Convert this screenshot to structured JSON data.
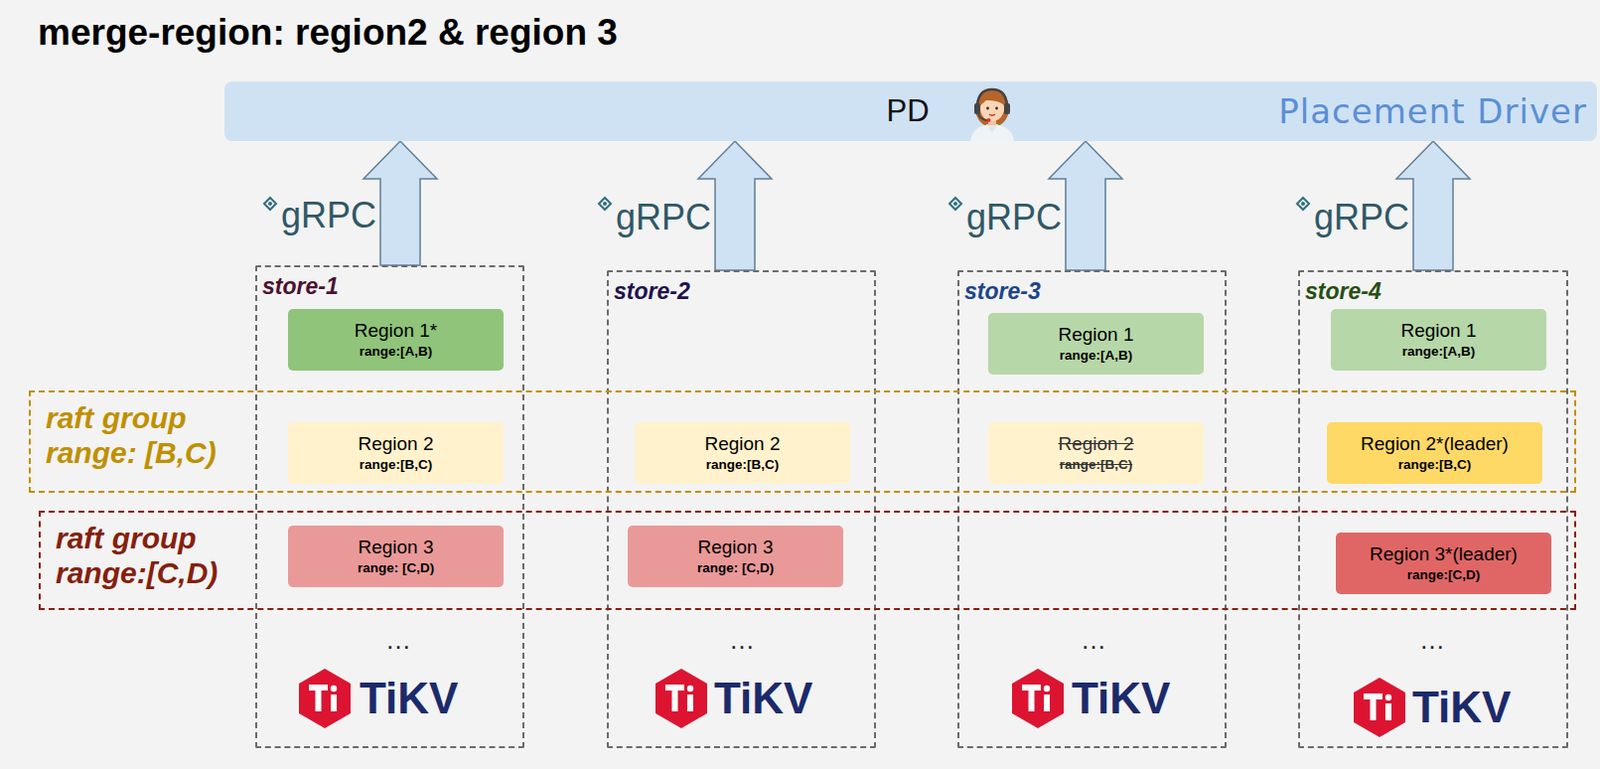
{
  "diagram": {
    "title": "merge-region: region2 & region 3",
    "nodes": [
      {
        "text": [
          "PD",
          "Placement Driver"
        ]
      },
      {
        "text": [
          "store-1"
        ]
      },
      {
        "text": [
          "Region 1*",
          "range:[A,B)"
        ],
        "in": 1
      },
      {
        "text": [
          "Region 2",
          "range:[B,C)"
        ],
        "in": 1
      },
      {
        "text": [
          "Region 3",
          "range: [C,D)"
        ],
        "in": 1
      },
      {
        "text": [
          "store-2"
        ]
      },
      {
        "text": [
          "Region 2",
          "range:[B,C)"
        ],
        "in": 5
      },
      {
        "text": [
          "Region 3",
          "range: [C,D)"
        ],
        "in": 5
      },
      {
        "text": [
          "store-3"
        ]
      },
      {
        "text": [
          "Region 1",
          "range:[A,B)"
        ],
        "in": 8
      },
      {
        "text": [
          "Region 2",
          "range:[B,C)"
        ],
        "in": 8
      },
      {
        "text": [
          "store-4"
        ]
      },
      {
        "text": [
          "Region 1",
          "range:[A,B)"
        ],
        "in": 11
      },
      {
        "text": [
          "Region 2*(leader)",
          "range:[B,C)"
        ],
        "in": 11
      },
      {
        "text": [
          "Region 3*(leader)",
          "range:[C,D)"
        ],
        "in": 11
      },
      {
        "text": [
          "raft group range: [B,C)"
        ]
      },
      {
        "text": [
          "raft group range:[C,D)"
        ]
      }
    ],
    "edges": [
      {
        "from": 1,
        "to": 0,
        "arrow": "to",
        "label": "gRPC"
      },
      {
        "from": 5,
        "to": 0,
        "arrow": "to",
        "label": "gRPC"
      },
      {
        "from": 8,
        "to": 0,
        "arrow": "to",
        "label": "gRPC"
      },
      {
        "from": 11,
        "to": 0,
        "arrow": "to",
        "label": "gRPC"
      }
    ],
    "labels": [
      "…",
      "…",
      "…",
      "…",
      "TiKV",
      "TiKV",
      "TiKV",
      "TiKV"
    ]
  }
}
